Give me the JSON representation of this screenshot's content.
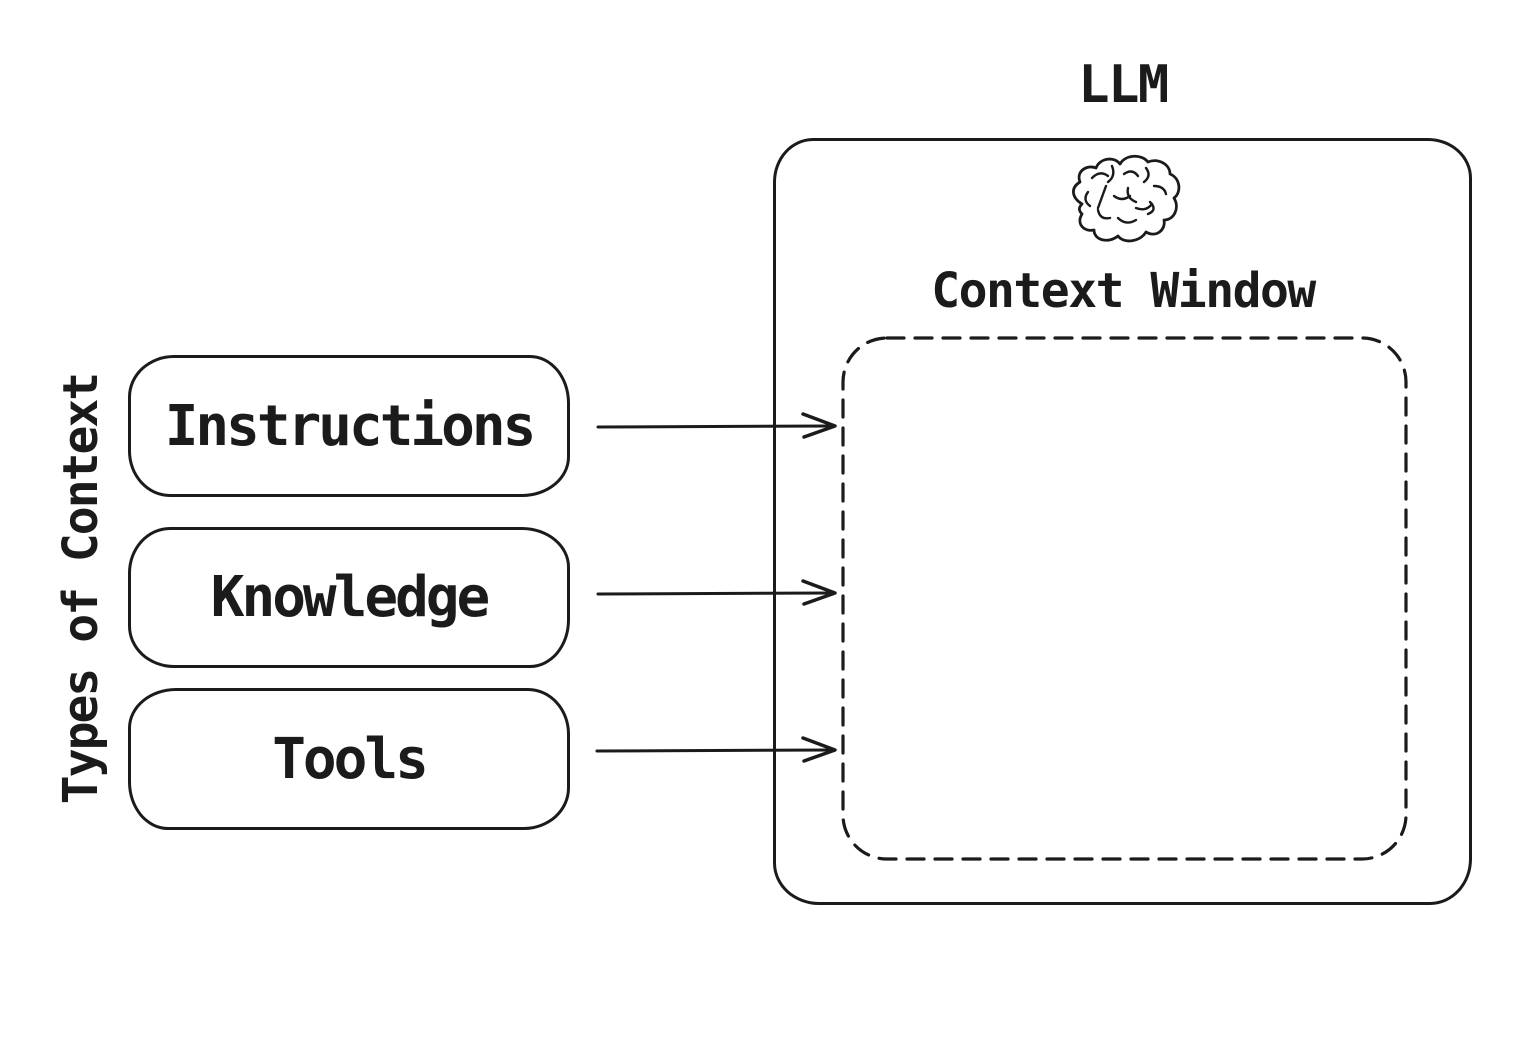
{
  "diagram": {
    "side_label": "Types of Context",
    "context_types": [
      {
        "label": "Instructions"
      },
      {
        "label": "Knowledge"
      },
      {
        "label": "Tools"
      }
    ],
    "llm": {
      "title": "LLM",
      "icon": "brain-icon",
      "context_window_label": "Context Window"
    },
    "arrows": [
      {
        "from": "Instructions",
        "to": "Context Window"
      },
      {
        "from": "Knowledge",
        "to": "Context Window"
      },
      {
        "from": "Tools",
        "to": "Context Window"
      }
    ],
    "colors": {
      "stroke": "#1b1b1b",
      "background": "#ffffff"
    }
  }
}
